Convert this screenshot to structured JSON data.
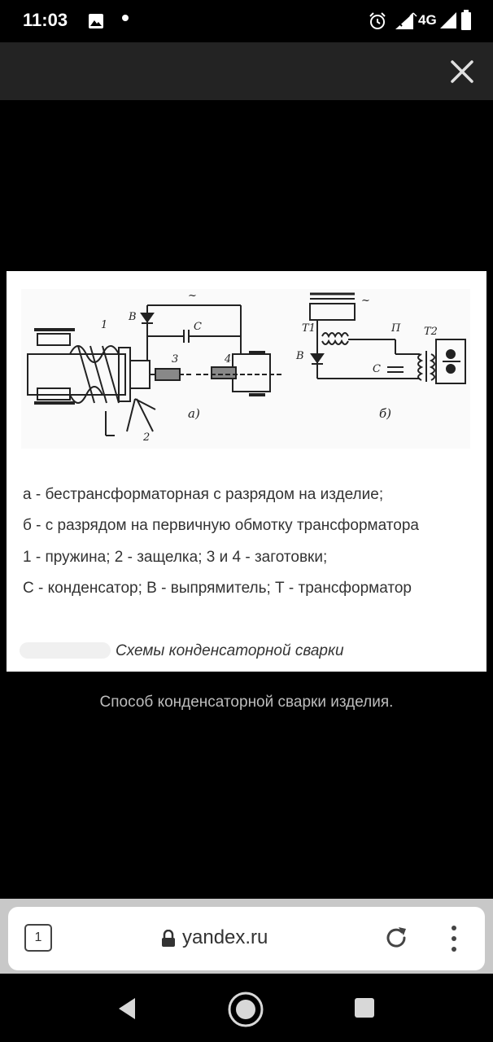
{
  "status_bar": {
    "time": "11:03",
    "network": "4G"
  },
  "image": {
    "diagram_labels": {
      "label_b_diode": "В",
      "label_tilde_a": "~",
      "label_c_a": "С",
      "label_1": "1",
      "label_2": "2",
      "label_3": "3",
      "label_4": "4",
      "label_a": "а)",
      "label_tilde_b": "~",
      "label_t1": "T1",
      "label_b_diode_b": "В",
      "label_p": "П",
      "label_t2": "T2",
      "label_c_b": "С",
      "label_b": "б)"
    },
    "legend": [
      "а - бестрансформаторная с разрядом на изделие;",
      "б - с разрядом на первичную обмотку трансформатора",
      "1 - пружина; 2 - защелка; 3 и 4 - заготовки;",
      "С - конденсатор; В - выпрямитель; Т - трансформатор"
    ],
    "caption": "Схемы конденсаторной сварки"
  },
  "description": "Способ конденсаторной сварки изделия.",
  "browser": {
    "tab_count": "1",
    "url": "yandex.ru"
  },
  "colors": {
    "viewer_bar": "#232323",
    "browser_bar": "#c8c8c8",
    "description_text": "#bdbdbd"
  }
}
